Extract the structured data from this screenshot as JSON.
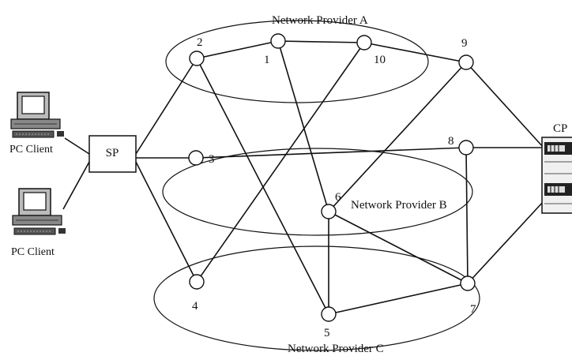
{
  "providers": {
    "a": "Network Provider A",
    "b": "Network Provider B",
    "c": "Network Provider C"
  },
  "endpoints": {
    "sp": "SP",
    "cp": "CP",
    "client_1": "PC Client",
    "client_2": "PC Client"
  },
  "nodes": {
    "n1": "1",
    "n2": "2",
    "n3": "3",
    "n4": "4",
    "n5": "5",
    "n6": "6",
    "n7": "7",
    "n8": "8",
    "n9": "9",
    "n10": "10"
  },
  "links": [
    [
      "client_1",
      "sp"
    ],
    [
      "client_2",
      "sp"
    ],
    [
      "sp",
      "2"
    ],
    [
      "sp",
      "3"
    ],
    [
      "sp",
      "4"
    ],
    [
      "2",
      "1"
    ],
    [
      "1",
      "10"
    ],
    [
      "10",
      "9"
    ],
    [
      "2",
      "5"
    ],
    [
      "1",
      "6"
    ],
    [
      "10",
      "4"
    ],
    [
      "9",
      "6"
    ],
    [
      "9",
      "cp"
    ],
    [
      "3",
      "8"
    ],
    [
      "8",
      "cp"
    ],
    [
      "8",
      "7"
    ],
    [
      "6",
      "5"
    ],
    [
      "6",
      "7"
    ],
    [
      "5",
      "7"
    ],
    [
      "7",
      "cp"
    ]
  ]
}
